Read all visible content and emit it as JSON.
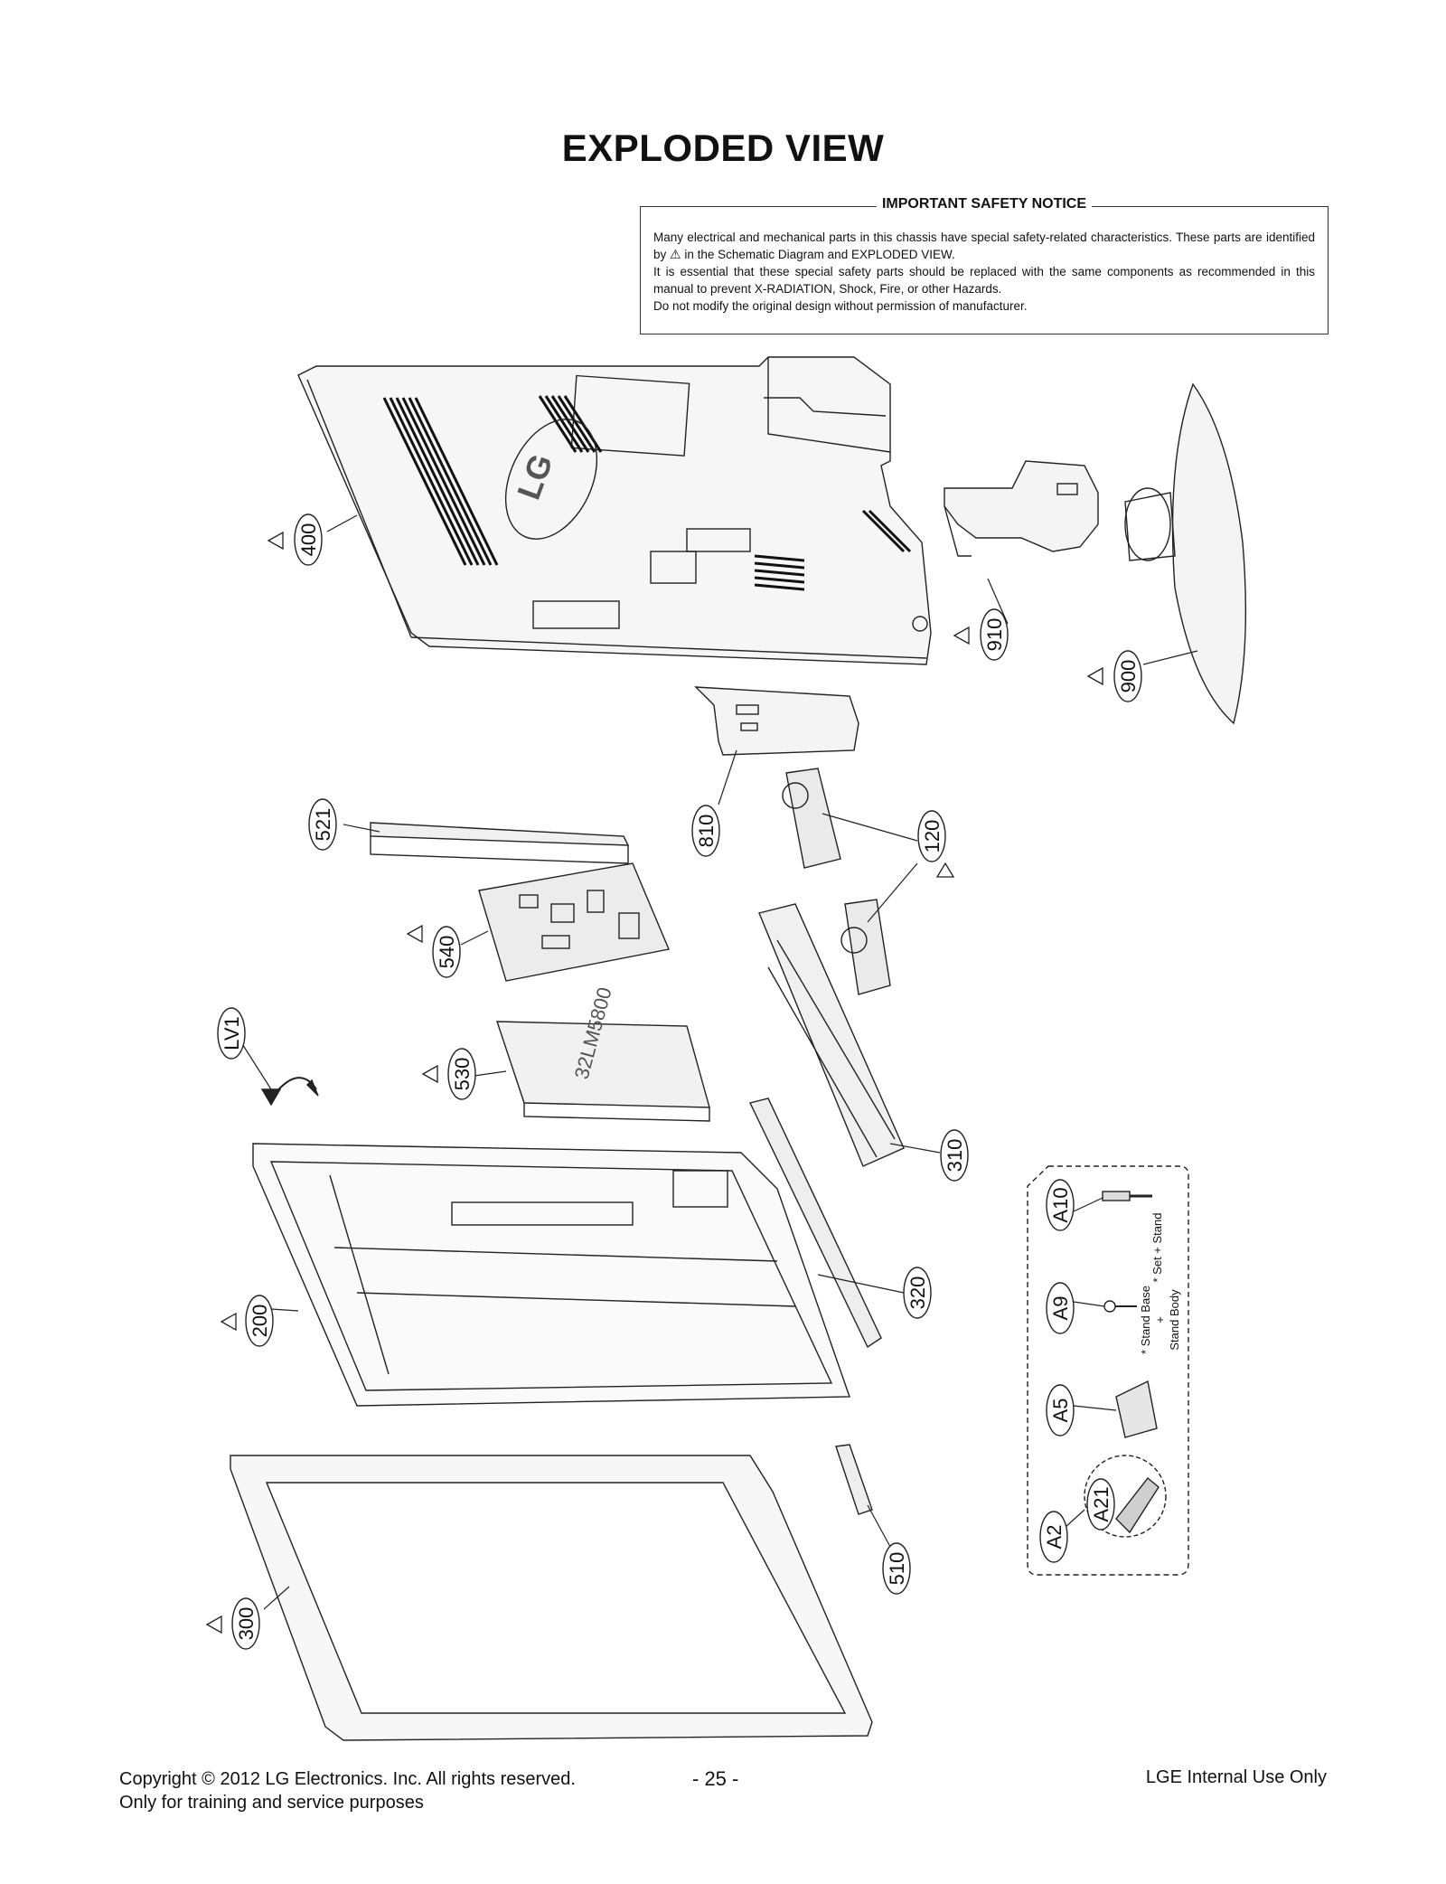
{
  "title": "EXPLODED VIEW",
  "notice": {
    "title": "IMPORTANT SAFETY NOTICE",
    "line1": "Many electrical and mechanical parts in this chassis have special safety-related characteristics. These parts are identified by",
    "line1_end": "in the Schematic Diagram and EXPLODED VIEW.",
    "line2": "It is essential that these special safety parts should be replaced with the same components as recommended in this manual to prevent X-RADIATION, Shock, Fire, or other Hazards.",
    "line3": "Do not modify the original design without permission of manufacturer.",
    "symbol": "⚠"
  },
  "callouts": {
    "c400": "400",
    "c910": "910",
    "c900": "900",
    "c521": "521",
    "c810": "810",
    "c120": "120",
    "c540": "540",
    "cLV1": "LV1",
    "c530": "530",
    "c310": "310",
    "c200": "200",
    "c320": "320",
    "c300": "300",
    "c510": "510",
    "cA10": "A10",
    "cA9": "A9",
    "cA5": "A5",
    "cA2": "A2",
    "cA21": "A21"
  },
  "accessory_notes": {
    "set_stand": "* Set + Stand",
    "stand_base": "* Stand Base",
    "plus": "+",
    "stand_body": "Stand Body"
  },
  "part_labels": {
    "logo": "LG",
    "psu_label": "32LM5800"
  },
  "footer": {
    "copyright": "Copyright  © 2012  LG Electronics. Inc. All rights reserved.",
    "purpose": "Only for training and service purposes",
    "page_number": "- 25 -",
    "internal": "LGE Internal Use Only"
  }
}
